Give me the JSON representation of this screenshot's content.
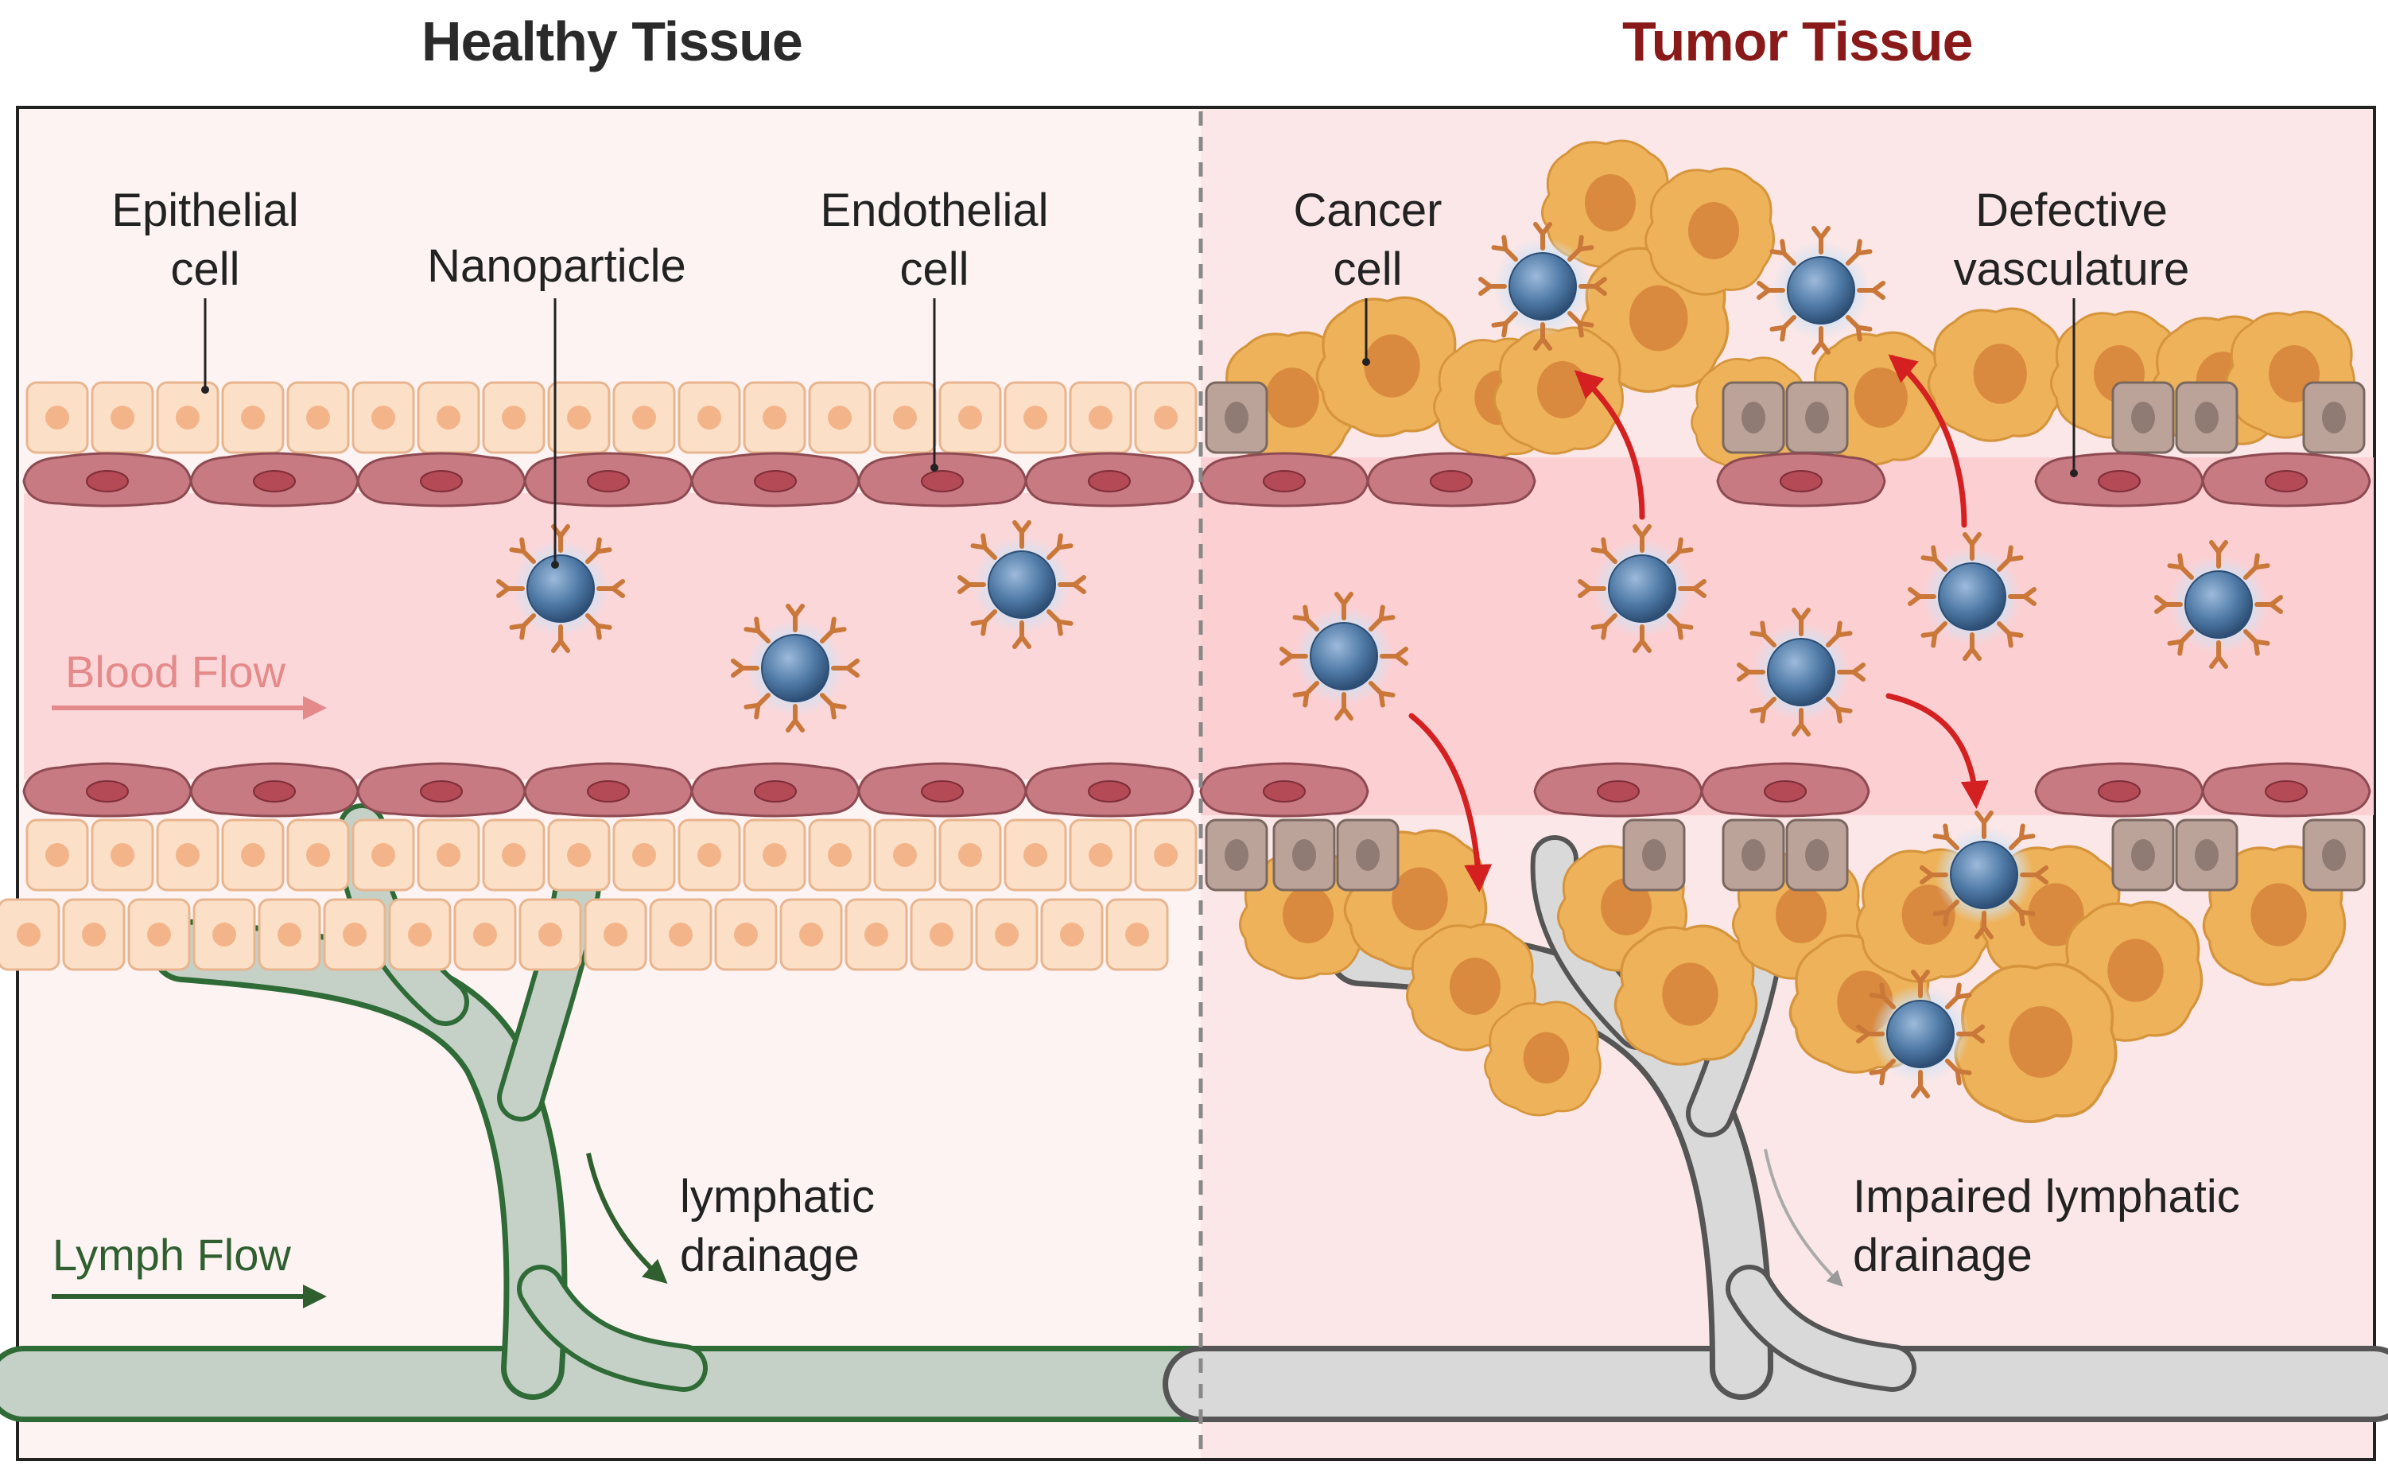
{
  "titles": {
    "healthy": "Healthy Tissue",
    "tumor": "Tumor Tissue"
  },
  "labels": {
    "epithelial_line1": "Epithelial",
    "epithelial_line2": "cell",
    "nanoparticle": "Nanoparticle",
    "endothelial_line1": "Endothelial",
    "endothelial_line2": "cell",
    "cancer_line1": "Cancer",
    "cancer_line2": "cell",
    "defective_line1": "Defective",
    "defective_line2": "vasculature",
    "blood_flow": "Blood Flow",
    "lymph_flow": "Lymph Flow",
    "lymphatic_line1": "lymphatic",
    "lymphatic_line2": "drainage",
    "impaired_line1": "Impaired lymphatic",
    "impaired_line2": "drainage"
  },
  "colors": {
    "healthy_bg": "#fdf3f3",
    "tumor_bg": "#fbe7e7",
    "vessel_lumen": "#fcd7d9",
    "epithelial_fill": "#fbe0c7",
    "epithelial_nucleus": "#f4b48a",
    "endothelial_fill": "#c77a82",
    "endothelial_nucleus": "#b34a55",
    "cancer_fill": "#eeb35a",
    "cancer_nucleus": "#d98a3e",
    "defective_cell_fill": "#bba39a",
    "nanoparticle_core": "#4f7aa6",
    "nanoparticle_ligand": "#c9783a",
    "blood_flow_text": "#e58a8a",
    "lymph_flow_text": "#2f5f2f",
    "lymph_vessel_healthy": "#c5d1c7",
    "lymph_vessel_healthy_edge": "#2f6b36",
    "lymph_vessel_tumor": "#d9d9d9",
    "lymph_vessel_tumor_edge": "#555555",
    "extravasation_arrow": "#d42020"
  }
}
